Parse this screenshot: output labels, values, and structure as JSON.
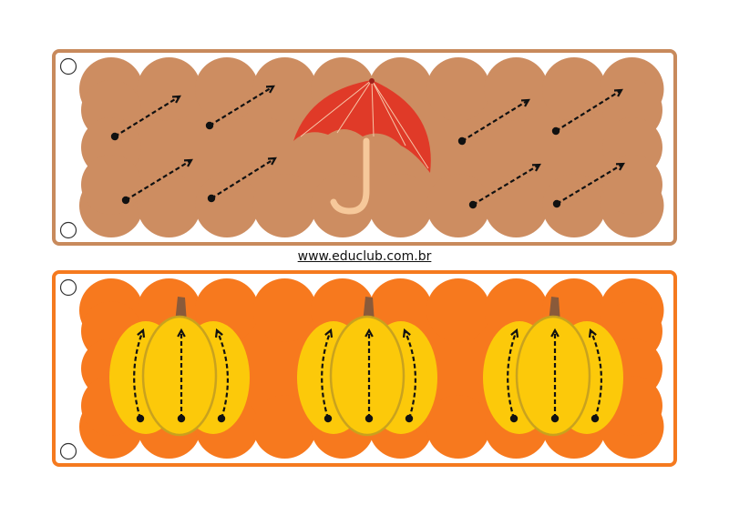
{
  "footer_url": "www.educlub.com.br",
  "colors": {
    "card_top_border": "#c88a5c",
    "card_top_fill": "#cd8d61",
    "card_bottom_border": "#f57a1f",
    "card_bottom_fill": "#f7791e",
    "umbrella": "#e03a28",
    "umbrella_handle": "#f6c89a",
    "pumpkin": "#fcc90a",
    "pumpkin_rib": "#c9a21e",
    "stem": "#8a5a3a",
    "trace": "#111111"
  },
  "cards": [
    {
      "name": "diagonal-lines-card",
      "picture": "umbrella-icon",
      "trace_count": 8
    },
    {
      "name": "curved-lines-card",
      "picture": "pumpkin-icon",
      "trace_count": 9
    }
  ]
}
